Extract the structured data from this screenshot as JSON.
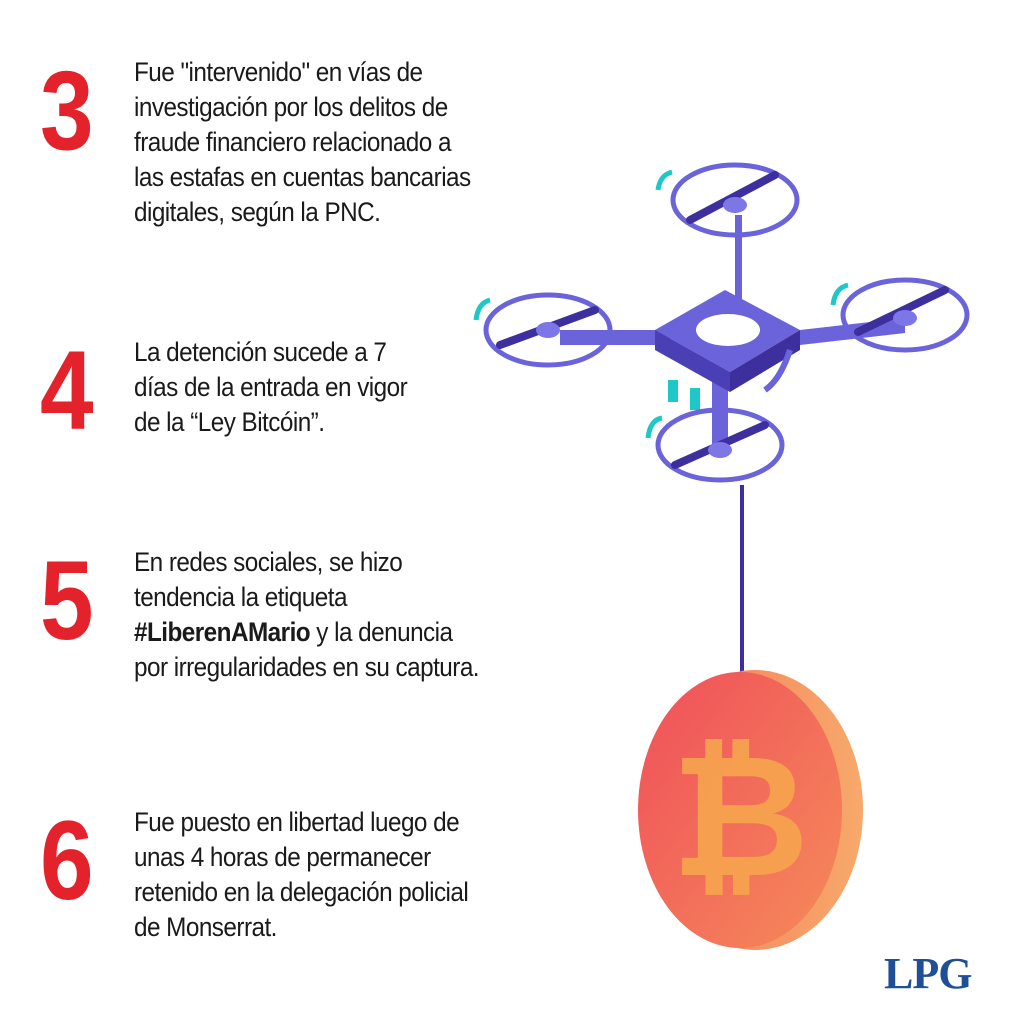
{
  "items": [
    {
      "number": "3",
      "lines": [
        "Fue \"intervenido\" en vías de",
        "investigación por los delitos de",
        "fraude financiero relacionado a",
        "las estafas en cuentas bancarias",
        "digitales, según la PNC."
      ]
    },
    {
      "number": "4",
      "lines": [
        "La detención sucede a 7",
        "días de la entrada en vigor",
        "de la “Ley Bitcóin”."
      ]
    },
    {
      "number": "5",
      "lines": [
        "En redes sociales, se hizo",
        "tendencia la etiqueta",
        "y la denuncia",
        "por irregularidades en su captura."
      ],
      "hashtag": "#LiberenAMario"
    },
    {
      "number": "6",
      "lines": [
        "Fue puesto en libertad luego de",
        "unas 4 horas de permanecer",
        "retenido en la delegación policial",
        "de Monserrat."
      ]
    }
  ],
  "logo": "LPG",
  "colors": {
    "number": "#e3222b",
    "text": "#1a1a1a",
    "drone": "#6a63d9",
    "drone_dark": "#3d2f9e",
    "accent": "#1ec8c8",
    "coin": "#f06a55",
    "coin_edge": "#f49a6a",
    "logo": "#1f4f97"
  },
  "icons": [
    "drone-icon",
    "bitcoin-coin-icon"
  ]
}
